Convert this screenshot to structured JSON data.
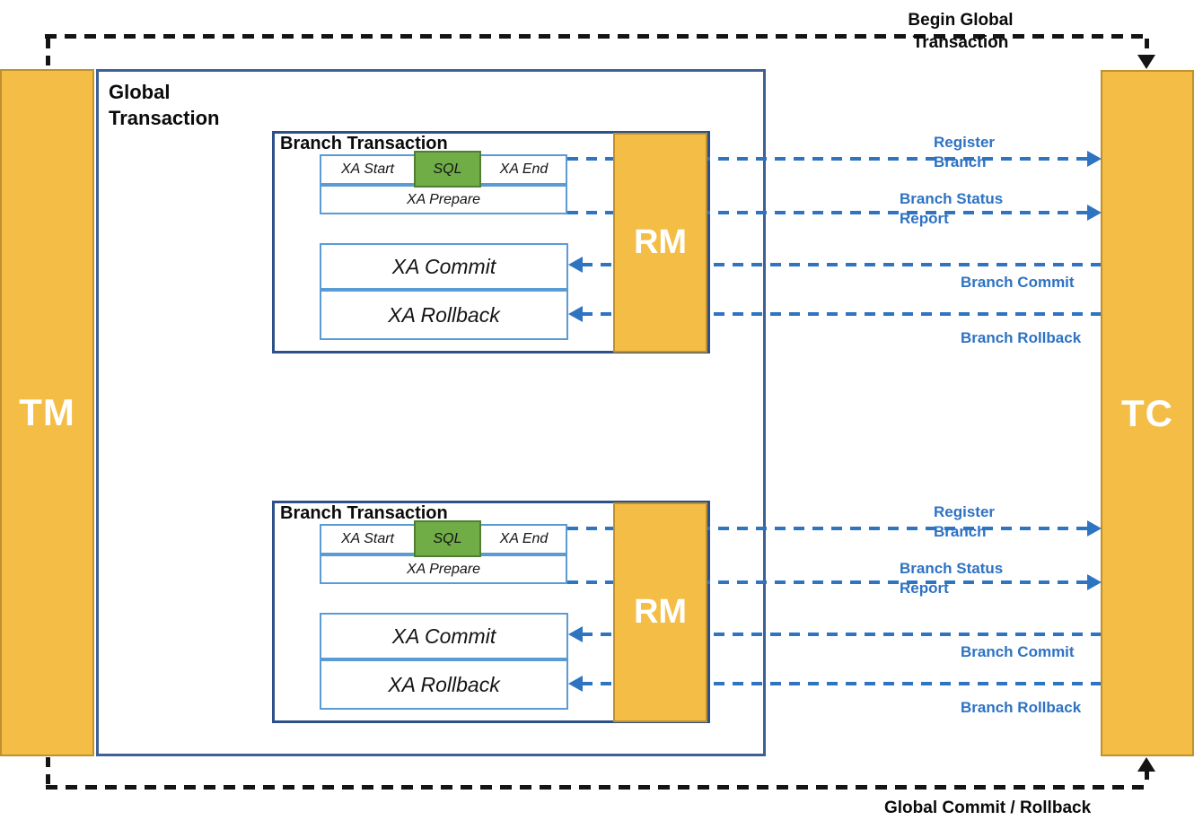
{
  "colors": {
    "pillar_fill": "#f4bd45",
    "pillar_border": "#bf902d",
    "global_border": "#3e6095",
    "branch_border": "#2d5186",
    "inner_box_border": "#5b9bd5",
    "sql_fill": "#70ad47",
    "sql_border": "#507e32",
    "blue_flow": "#2f74c0",
    "black_flow": "#141414"
  },
  "tm": {
    "label": "TM"
  },
  "tc": {
    "label": "TC"
  },
  "global_box": {
    "title": "Global Transaction"
  },
  "flows": {
    "begin_global": "Begin Global Transaction",
    "global_commit_rollback": "Global Commit / Rollback"
  },
  "branches": [
    {
      "title": "Branch Transaction",
      "rm_label": "RM",
      "xa_start": "XA Start",
      "sql": "SQL",
      "xa_end": "XA End",
      "xa_prepare": "XA Prepare",
      "xa_commit": "XA Commit",
      "xa_rollback": "XA Rollback",
      "flow_labels": {
        "register_branch": "Register Branch",
        "branch_status_report": "Branch Status Report",
        "branch_commit": "Branch Commit",
        "branch_rollback": "Branch Rollback"
      }
    },
    {
      "title": "Branch Transaction",
      "rm_label": "RM",
      "xa_start": "XA Start",
      "sql": "SQL",
      "xa_end": "XA End",
      "xa_prepare": "XA Prepare",
      "xa_commit": "XA Commit",
      "xa_rollback": "XA Rollback",
      "flow_labels": {
        "register_branch": "Register Branch",
        "branch_status_report": "Branch Status Report",
        "branch_commit": "Branch Commit",
        "branch_rollback": "Branch Rollback"
      }
    }
  ]
}
